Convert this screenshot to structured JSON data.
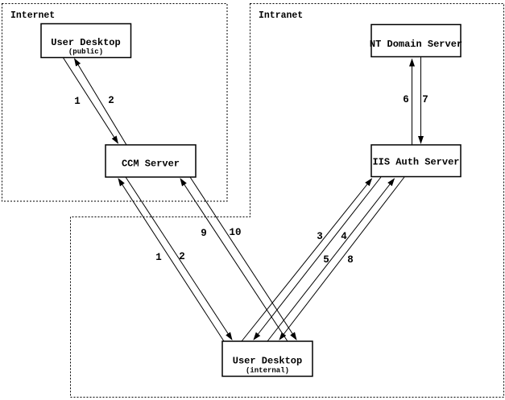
{
  "diagram": {
    "background_color": "#ffffff",
    "line_color": "#000000",
    "zones": [
      {
        "id": "internet",
        "label": "Internet"
      },
      {
        "id": "intranet",
        "label": "Intranet"
      }
    ],
    "nodes": [
      {
        "id": "user-desktop-public",
        "title": "User Desktop",
        "subtitle": "(public)"
      },
      {
        "id": "ccm-server",
        "title": "CCM Server",
        "subtitle": ""
      },
      {
        "id": "nt-domain-server",
        "title": "NT Domain Server",
        "subtitle": ""
      },
      {
        "id": "iis-auth-server",
        "title": "IIS Auth Server",
        "subtitle": ""
      },
      {
        "id": "user-desktop-internal",
        "title": "User Desktop",
        "subtitle": "(internal)"
      }
    ],
    "edges": [
      {
        "label": "1",
        "from": "user-desktop-public",
        "to": "ccm-server"
      },
      {
        "label": "2",
        "from": "ccm-server",
        "to": "user-desktop-public"
      },
      {
        "label": "1",
        "from": "user-desktop-internal",
        "to": "ccm-server"
      },
      {
        "label": "2",
        "from": "ccm-server",
        "to": "user-desktop-internal"
      },
      {
        "label": "9",
        "from": "user-desktop-internal",
        "to": "ccm-server"
      },
      {
        "label": "10",
        "from": "ccm-server",
        "to": "user-desktop-internal"
      },
      {
        "label": "3",
        "from": "user-desktop-internal",
        "to": "iis-auth-server"
      },
      {
        "label": "4",
        "from": "iis-auth-server",
        "to": "user-desktop-internal"
      },
      {
        "label": "5",
        "from": "user-desktop-internal",
        "to": "iis-auth-server"
      },
      {
        "label": "8",
        "from": "iis-auth-server",
        "to": "user-desktop-internal"
      },
      {
        "label": "6",
        "from": "iis-auth-server",
        "to": "nt-domain-server"
      },
      {
        "label": "7",
        "from": "nt-domain-server",
        "to": "iis-auth-server"
      }
    ]
  }
}
